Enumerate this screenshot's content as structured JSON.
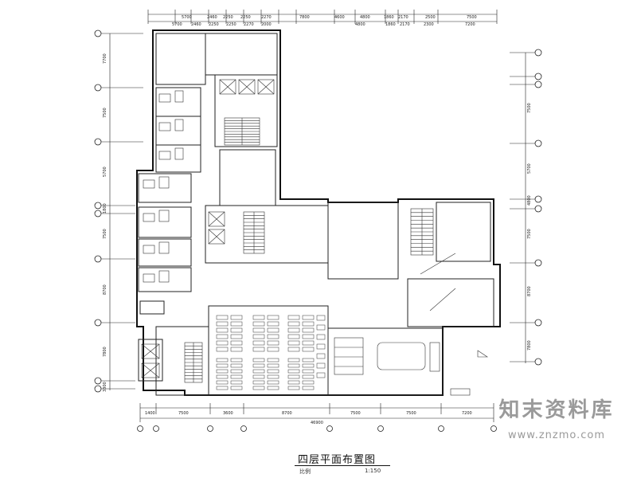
{
  "drawing": {
    "title": "四层平面布置图",
    "scale_prefix": "比例",
    "scale": "1:150"
  },
  "top_dimensions": [
    "5700",
    "2460",
    "2250",
    "2250",
    "2270",
    "7800",
    "4600",
    "4800",
    "1860",
    "2170",
    "2500",
    "7500"
  ],
  "top_sub_dimensions": [
    "5700",
    "2460",
    "2250",
    "2250",
    "2270",
    "2000",
    "4800",
    "1860",
    "2170",
    "2300",
    "7200"
  ],
  "bottom_dimensions": [
    "1400",
    "7500",
    "3600",
    "8700",
    "7500",
    "7500",
    "7200"
  ],
  "bottom_total": "46900",
  "left_dimensions": [
    "7700",
    "7500",
    "5700",
    "1800",
    "7500",
    "8700",
    "7800",
    "3300"
  ],
  "right_dimensions": [
    "7500",
    "5700",
    "4800",
    "7500",
    "8700",
    "7800"
  ],
  "watermark": {
    "brand": "知末资料库",
    "url": "www.znzmo.com"
  },
  "colors": {
    "line": "#111111",
    "watermark": "#9a9a9a",
    "background": "#ffffff"
  }
}
